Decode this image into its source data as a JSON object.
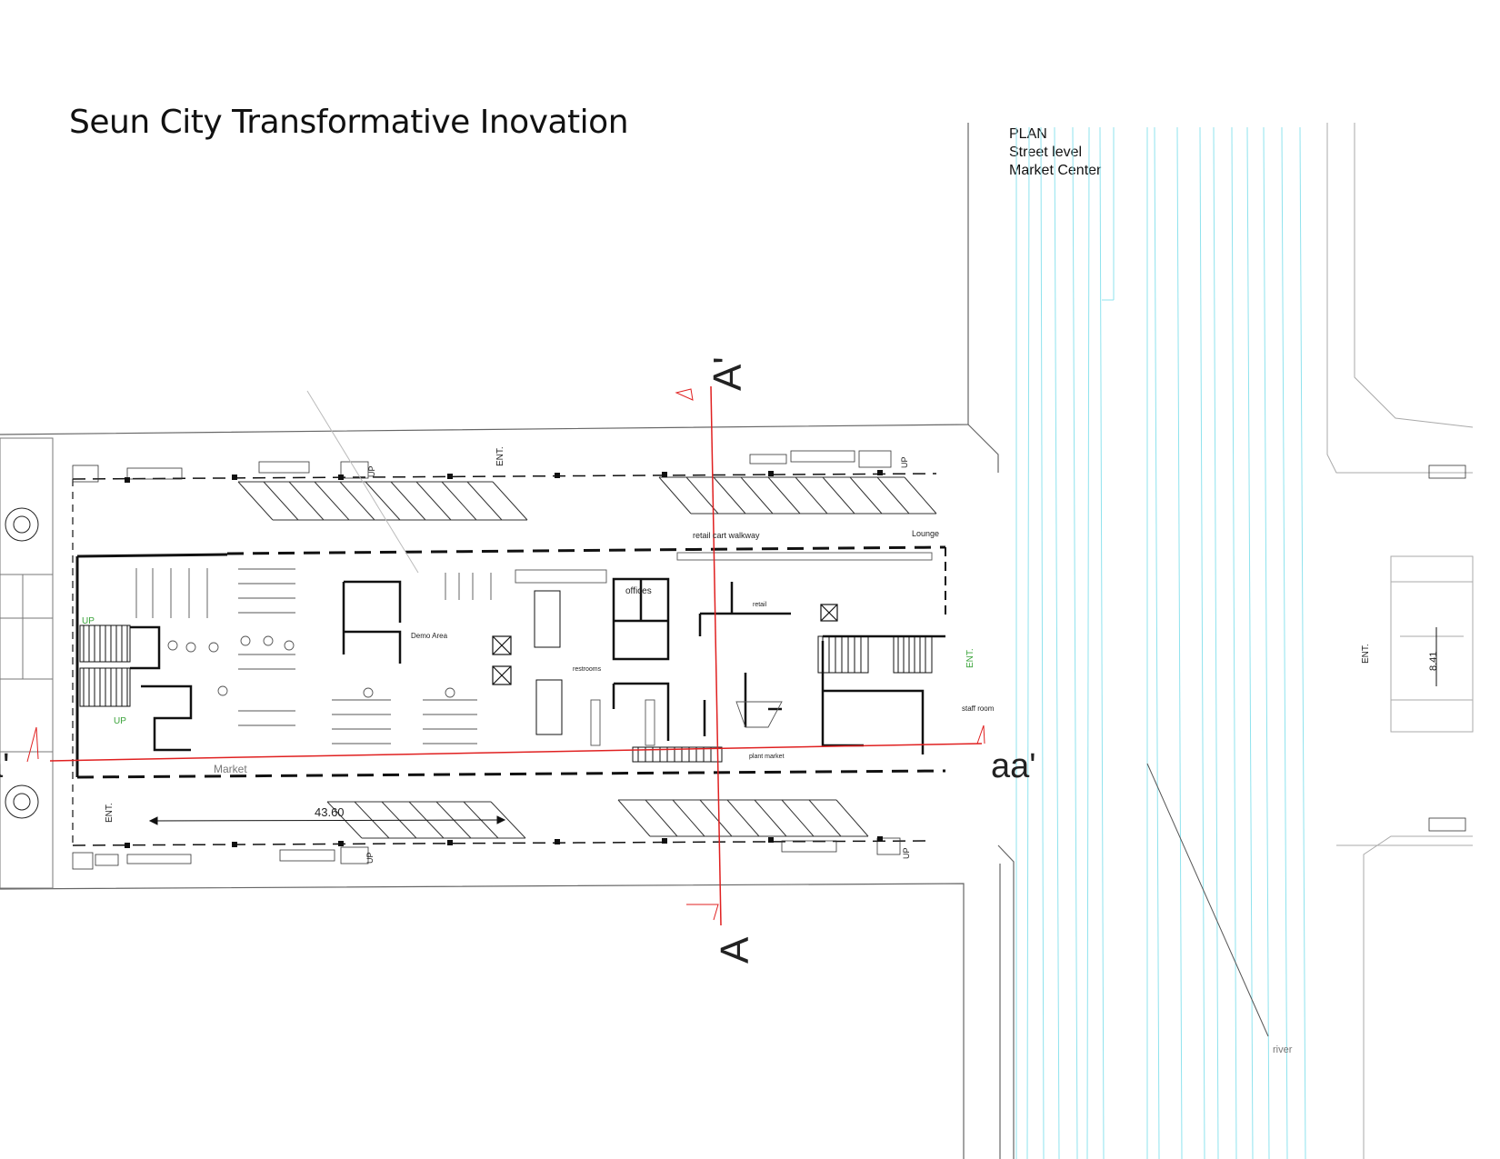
{
  "title": "Seun City Transformative Inovation",
  "legend": {
    "line1": "PLAN",
    "line2": "Street level",
    "line3": "Market Center"
  },
  "labels": {
    "section_top": "A'",
    "section_bottom": "A",
    "section_right": "aa'",
    "section_left": "a'",
    "ent_top": "ENT.",
    "ent_right": "ENT.",
    "ent_left": "ENT.",
    "ent_far_right": "ENT.",
    "up": "UP",
    "retail_cart_walkway": "retail cart walkway",
    "lounge": "Lounge",
    "offices": "offices",
    "demo_area": "Demo Area",
    "restrooms": "restrooms",
    "retail": "retail",
    "staff_room": "staff room",
    "plant_market": "plant market",
    "market": "Market",
    "dimension": "43.60",
    "dimension_right": "8.41",
    "river": "river"
  },
  "colors": {
    "section_line": "#e02020",
    "river_lines": "#8fe3ee",
    "wall": "#111111",
    "ent_green": "#3aa33a"
  }
}
